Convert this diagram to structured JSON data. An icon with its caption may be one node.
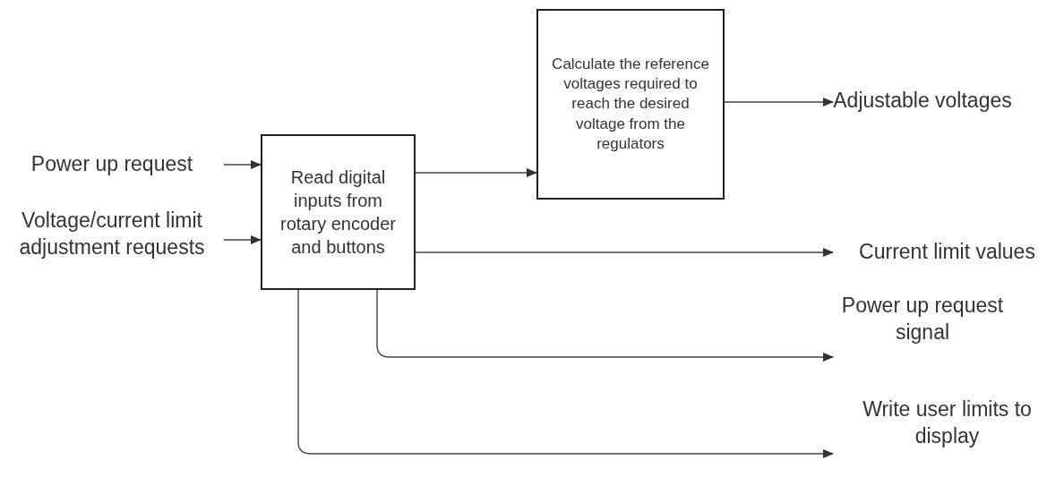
{
  "diagram": {
    "nodes": [
      {
        "text": [
          "Power up request"
        ]
      },
      {
        "text": [
          "Voltage/current limit adjustment requests"
        ]
      },
      {
        "text": [
          "Read digital inputs from rotary encoder and buttons"
        ]
      },
      {
        "text": [
          "Calculate the reference voltages required to reach the desired voltage from the regulators"
        ]
      },
      {
        "text": [
          "Adjustable voltages"
        ]
      },
      {
        "text": [
          "Current limit values"
        ]
      },
      {
        "text": [
          "Power up request signal"
        ]
      },
      {
        "text": [
          "Write user limits to display"
        ]
      }
    ],
    "edges": [
      {
        "from": 0,
        "to": 2,
        "arrow": "to"
      },
      {
        "from": 1,
        "to": 2,
        "arrow": "to"
      },
      {
        "from": 2,
        "to": 3,
        "arrow": "to"
      },
      {
        "from": 3,
        "to": 4,
        "arrow": "to"
      },
      {
        "from": 2,
        "to": 5,
        "arrow": "to"
      },
      {
        "from": 2,
        "to": 6,
        "arrow": "to"
      },
      {
        "from": 2,
        "to": 7,
        "arrow": "to"
      }
    ]
  }
}
